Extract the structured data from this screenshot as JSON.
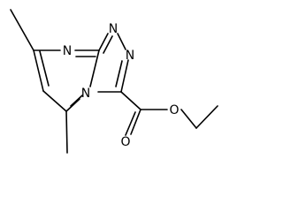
{
  "atoms": {
    "n_top": "N",
    "n_triazole_top": "N",
    "n_triazole_right": "N",
    "n_bridge": "N",
    "o_carbonyl": "O",
    "o_ester": "O"
  },
  "colors": {
    "bond": "#000000",
    "label": "#000000",
    "background": "#ffffff"
  }
}
